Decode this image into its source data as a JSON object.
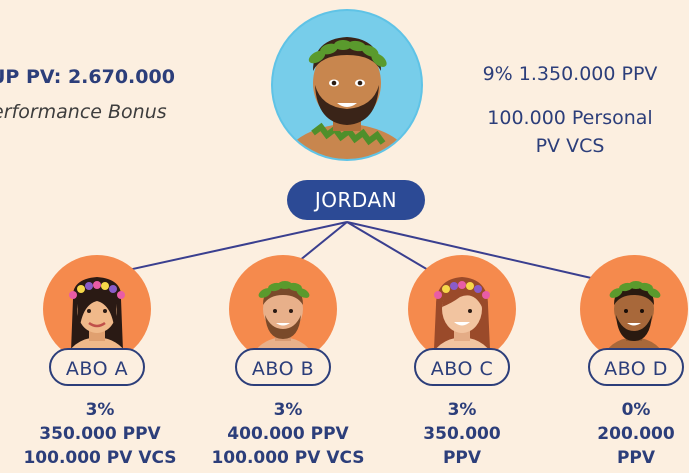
{
  "header": {
    "group_pv": "UP PV: 2.670.000",
    "performance_bonus": "erformance Bonus",
    "ppv_line": "9% 1.350.000 PPV",
    "personal_line_1": "100.000 Personal",
    "personal_line_2": "PV VCS"
  },
  "root": {
    "name": "JORDAN"
  },
  "abos": [
    {
      "name": "ABO A",
      "line1": "3%",
      "line2": "350.000 PPV",
      "line3": "100.000 PV VCS"
    },
    {
      "name": "ABO B",
      "line1": "3%",
      "line2": "400.000 PPV",
      "line3": "100.000 PV VCS"
    },
    {
      "name": "ABO C",
      "line1": "3%",
      "line2": "350.000",
      "line3": "PPV"
    },
    {
      "name": "ABO D",
      "line1": "0%",
      "line2": "200.000",
      "line3": "PPV"
    }
  ],
  "colors": {
    "background": "#fcefe0",
    "navy": "#2c3e7a",
    "pill_fill": "#2c4a95",
    "root_avatar_bg": "#77cdea",
    "abo_avatar_bg": "#f58a4d"
  }
}
